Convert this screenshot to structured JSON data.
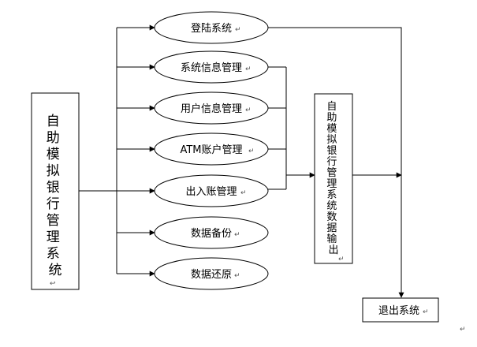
{
  "nodes": {
    "main_system": {
      "label": [
        "自",
        "助",
        "模",
        "拟",
        "银",
        "行",
        "管",
        "理",
        "系",
        "统"
      ]
    },
    "login": {
      "label": "登陆系统"
    },
    "sys_info": {
      "label": "系统信息管理"
    },
    "user_info": {
      "label": "用户信息管理"
    },
    "atm_account": {
      "label": "ATM账户管理"
    },
    "in_out": {
      "label": "出入账管理"
    },
    "backup": {
      "label": "数据备份"
    },
    "restore": {
      "label": "数据还原"
    },
    "data_output": {
      "label": [
        "自",
        "助",
        "模",
        "拟",
        "银",
        "行",
        "管",
        "理",
        "系",
        "统",
        "数",
        "据",
        "输",
        "出"
      ]
    },
    "exit": {
      "label": "退出系统"
    }
  },
  "marks": {
    "paragraph_arrow": "↵",
    "paragraph_mark": "↩"
  }
}
